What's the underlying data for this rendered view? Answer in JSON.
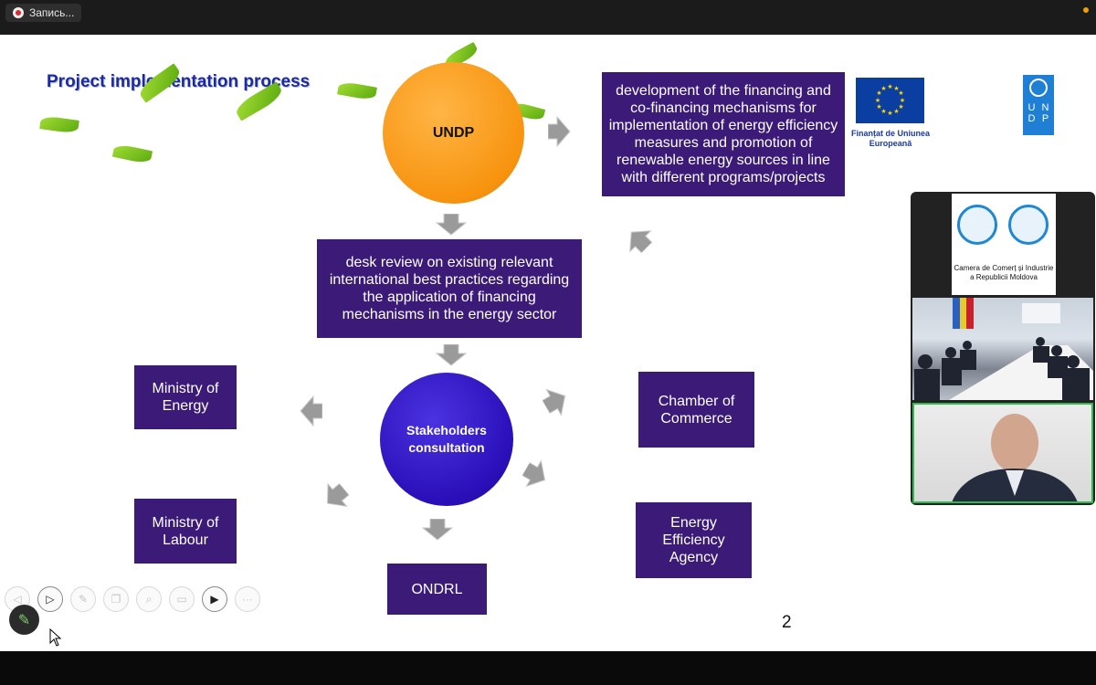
{
  "recording": {
    "label": "Запись..."
  },
  "slide": {
    "title": "Project implementation process",
    "undp_circle": "UNDP",
    "financing_box": "development of the financing and co-financing mechanisms for implementation of energy efficiency measures and promotion of renewable energy sources in line with different programs/projects",
    "desk_review_box": "desk review on existing relevant international best practices regarding the application of financing mechanisms in the energy sector",
    "stakeholders_circle": "Stakeholders consultation",
    "ministry_energy": "Ministry of Energy",
    "ministry_labour": "Ministry of Labour",
    "ondrl": "ONDRL",
    "chamber_commerce": "Chamber of Commerce",
    "energy_agency": "Energy Efficiency Agency",
    "eu_caption": "Finanțat de Uniunea Europeană",
    "undp_logo_letters": [
      "U",
      "N",
      "D",
      "P"
    ],
    "page_number": "2"
  },
  "participants": {
    "cci_caption": "Camera de Comerț și Industrie a Republicii Moldova"
  },
  "toolbar": {
    "icons": [
      "pointer-icon",
      "pencil-icon",
      "copy-icon",
      "zoom-icon",
      "caption-icon",
      "camera-icon",
      "more-icon"
    ]
  },
  "colors": {
    "box_purple": "#3b1a78",
    "undp_orange": "#f79410",
    "stakeholder_blue": "#2a0fb8",
    "title_blue": "#1b2a9c",
    "active_speaker": "#2fb94e"
  }
}
